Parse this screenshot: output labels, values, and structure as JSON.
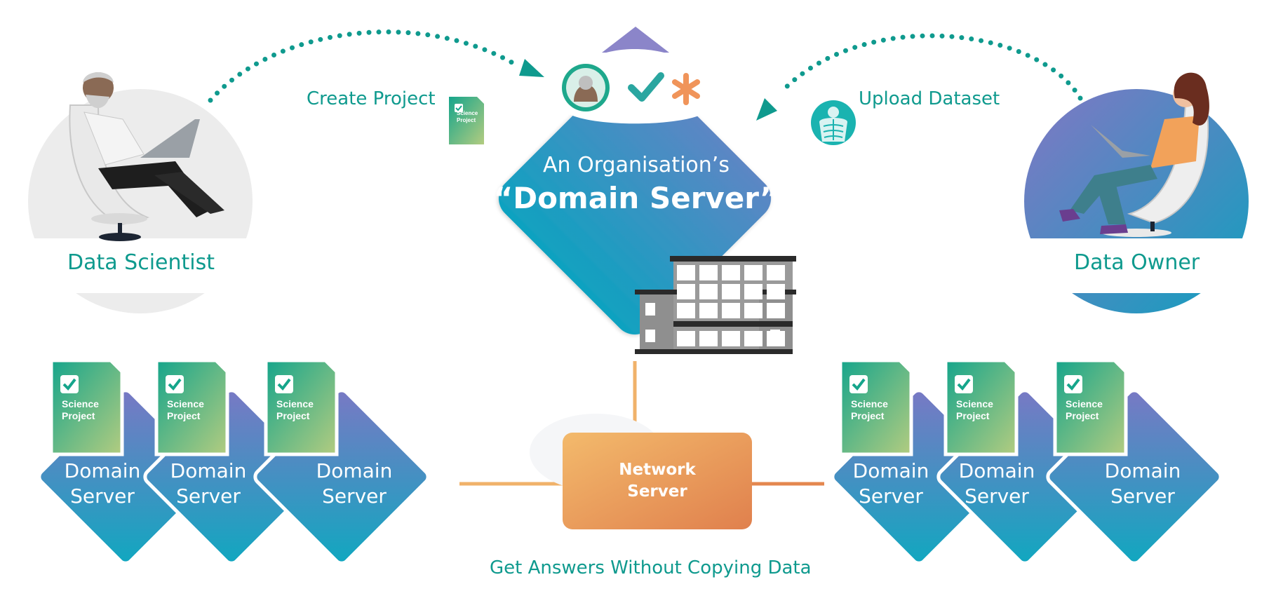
{
  "roles": {
    "data_scientist": "Data Scientist",
    "data_owner": "Data Owner"
  },
  "actions": {
    "create_project": "Create Project",
    "upload_dataset": "Upload Dataset"
  },
  "organisation": {
    "line1": "An Organisation’s",
    "line2": "“Domain Server”"
  },
  "domain_server": {
    "line1": "Domain",
    "line2": "Server"
  },
  "science_project": {
    "line1": "Science",
    "line2": "Project"
  },
  "network_server": {
    "line1": "Network",
    "line2": "Server"
  },
  "footer": {
    "caption": "Get Answers Without Copying Data"
  },
  "colors": {
    "teal": "#0f9a8e",
    "diamond_top": "#6f7fc4",
    "diamond_bottom": "#12a3bf",
    "network_top": "#f2b56c",
    "network_bottom": "#e4844e",
    "project_top": "#2aaa8a",
    "project_bottom": "#a8c97f"
  },
  "icons": [
    "user-avatar-icon",
    "checkmark-icon",
    "asterisk-icon",
    "xray-chest-icon",
    "building-icon",
    "checkbox-icon"
  ]
}
